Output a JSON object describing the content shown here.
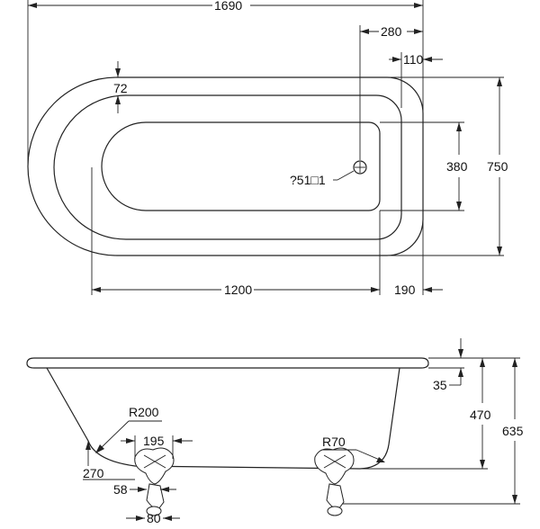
{
  "plan_view": {
    "dims": {
      "overall_length": "1690",
      "waste_offset": "280",
      "rim_end": "110",
      "rim_width": "72",
      "inner_width": "380",
      "overall_width": "750",
      "inner_length": "1200",
      "end_offset": "190"
    },
    "waste_label": "?51□1"
  },
  "side_view": {
    "dims": {
      "rim_height": "35",
      "bath_depth": "470",
      "overall_height": "635",
      "radius_large": "R200",
      "foot_spacing": "195",
      "foot_height": "270",
      "foot_width": "58",
      "foot_base": "80",
      "radius_small": "R70"
    }
  }
}
